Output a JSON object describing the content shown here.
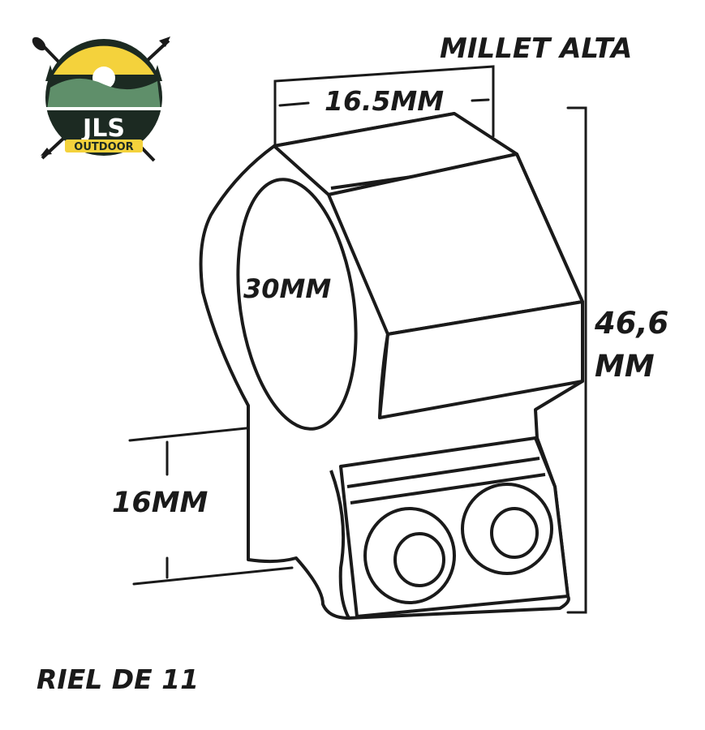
{
  "title": "MILLET ALTA",
  "logo": {
    "brand": "JLS",
    "tagline": "OUTDOOR"
  },
  "dimensions": {
    "width": "16.5MM",
    "tube_diameter": "30MM",
    "total_height_line1": "46,6",
    "total_height_line2": "MM",
    "center_height": "16MM"
  },
  "rail": "RIEL DE 11",
  "colors": {
    "line": "#1a1a1a",
    "logo_yellow": "#f4d23c",
    "logo_dark": "#1c2a22",
    "logo_green": "#5f8f6a"
  }
}
